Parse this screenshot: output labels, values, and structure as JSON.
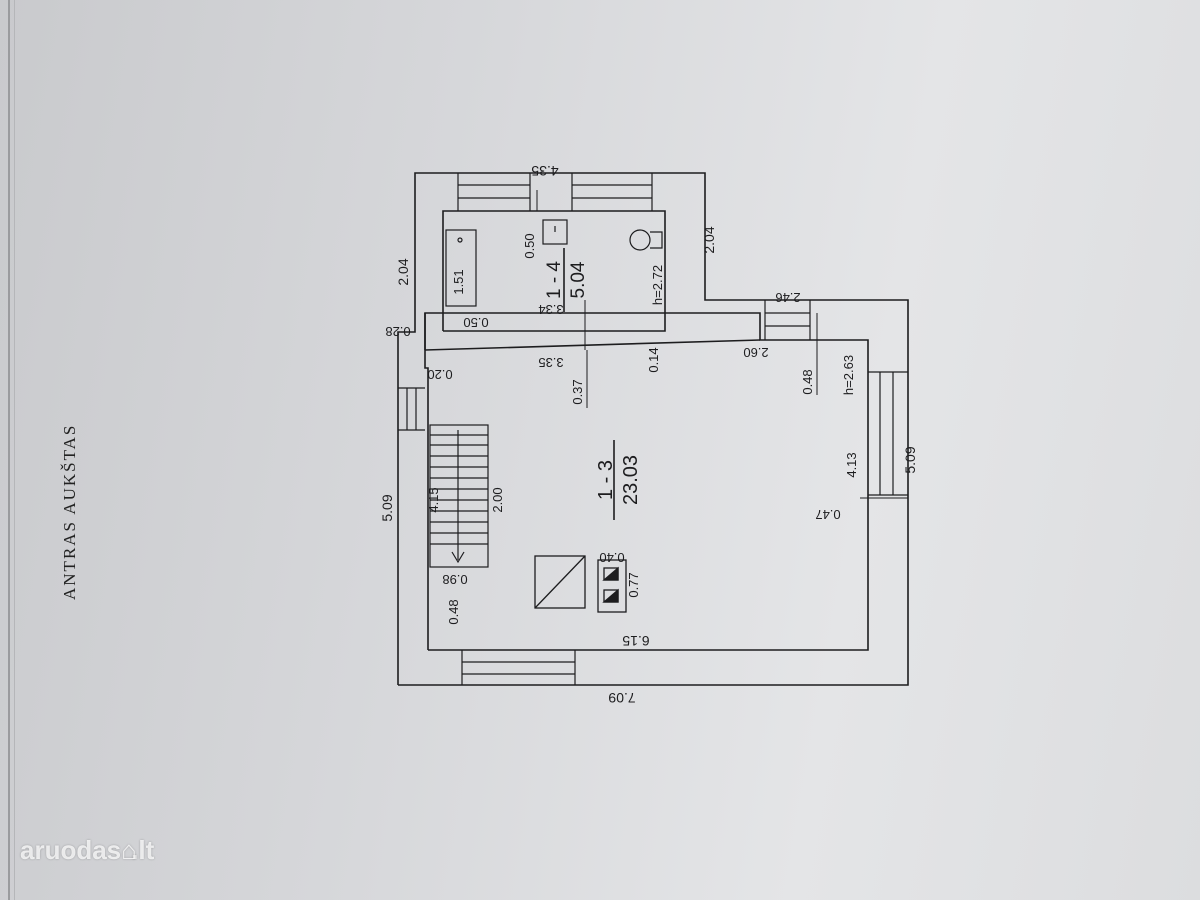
{
  "title": "ANTRAS AUKŠTAS",
  "rooms": [
    {
      "id": "1 - 3",
      "area": "23.03"
    },
    {
      "id": "1 - 4",
      "area": "5.04"
    }
  ],
  "heights": [
    "h=2.72",
    "h=2.63"
  ],
  "dimensions": {
    "top_width": "4.35",
    "left_upper": "2.04",
    "right_upper": "2.04",
    "left_total": "5.09",
    "right_total": "5.09",
    "bottom_width": "7.09",
    "inner_bottom": "6.15",
    "d_0_28": "0.28",
    "d_0_50_top": "0.50",
    "d_1_51": "1.51",
    "d_0_50_side": "0.50",
    "d_3_34": "3.34",
    "d_3_35": "3.35",
    "d_0_37": "0.37",
    "d_0_14": "0.14",
    "d_0_20": "0.20",
    "d_2_60": "2.60",
    "d_2_46": "2.46",
    "d_0_48_right": "0.48",
    "d_4_13": "4.13",
    "d_0_47": "0.47",
    "d_4_15": "4.15",
    "d_2_00": "2.00",
    "d_0_98": "0.98",
    "d_0_48_left": "0.48",
    "d_0_40": "0.40",
    "d_0_77": "0.77"
  },
  "watermark": {
    "brand": "aruodas",
    "tld": ".lt"
  }
}
